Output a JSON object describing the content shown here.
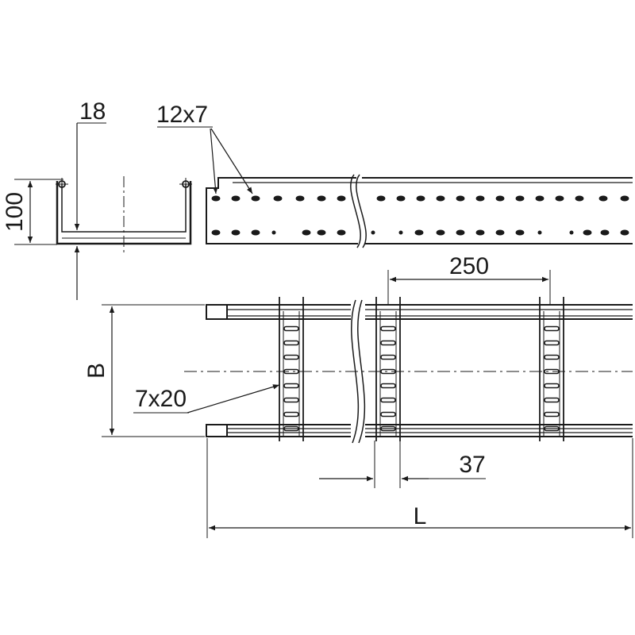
{
  "drawing": {
    "dims": {
      "flange_width": "18",
      "height": "100",
      "perforation": "12x7",
      "rung_spacing": "250",
      "width": "B",
      "rung_slot": "7x20",
      "rung_width": "37",
      "length": "L"
    },
    "colors": {
      "line": "#1a1a1a",
      "background": "#ffffff"
    }
  }
}
